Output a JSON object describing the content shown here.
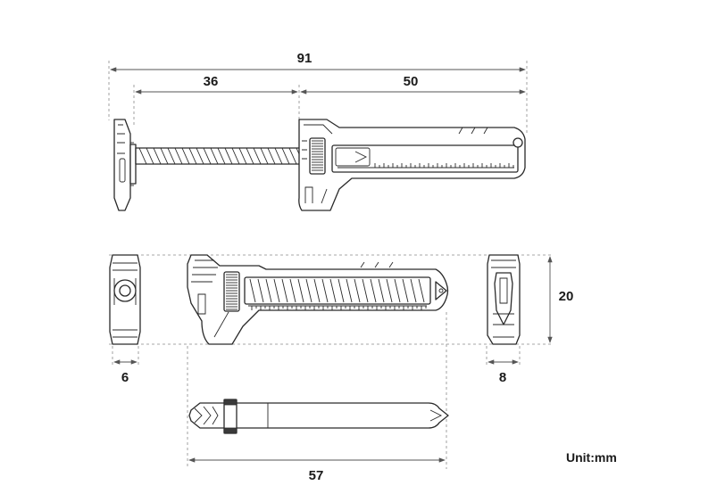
{
  "dimensions": {
    "overall_length": "91",
    "screw_length": "36",
    "body_length": "50",
    "height": "20",
    "jaw_width": "6",
    "body_width": "8",
    "closed_length": "57"
  },
  "unit_label": "Unit:mm"
}
